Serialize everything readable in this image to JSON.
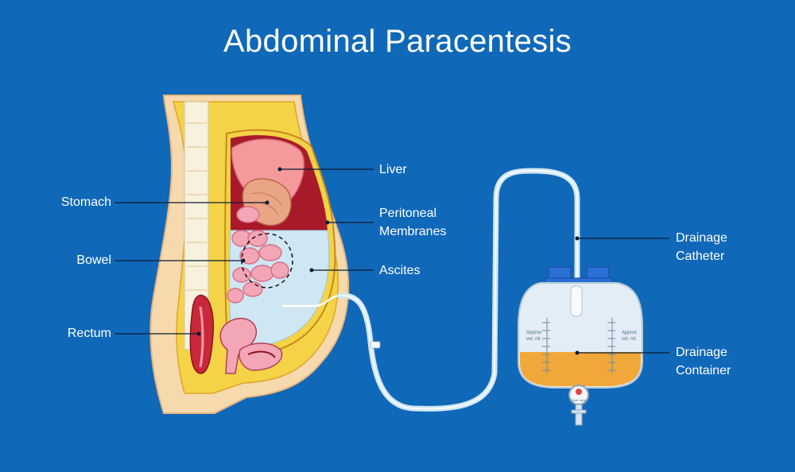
{
  "title": "Abdominal Paracentesis",
  "labels": {
    "stomach": "Stomach",
    "bowel": "Bowel",
    "rectum": "Rectum",
    "liver": "Liver",
    "peritoneal_line1": "Peritoneal",
    "peritoneal_line2": "Membranes",
    "ascites": "Ascites",
    "catheter_line1": "Drainage",
    "catheter_line2": "Catheter",
    "container_line1": "Drainage",
    "container_line2": "Container"
  },
  "bag_text": {
    "approx_left": "Approx",
    "vol_left": "vol. ml.",
    "approx_right": "Approx",
    "vol_right": "vol. ml.",
    "valve": "Drain Valve"
  },
  "colors": {
    "background": "#1068b8",
    "skin": "#f6d9ad",
    "fat": "#f4d347",
    "liver": "#f49a9c",
    "cavity": "#a81a2a",
    "ascites": "#cfe6f3",
    "bowel": "#f3a6b5",
    "fluid": "#f1a83a",
    "tube": "#d8ecf7"
  }
}
